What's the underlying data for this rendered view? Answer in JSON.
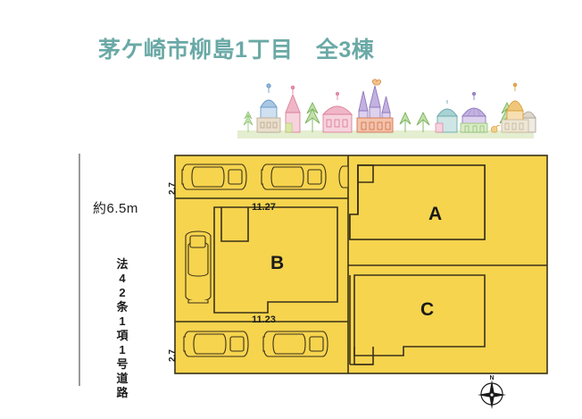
{
  "header": {
    "title": "茅ケ崎市柳島1丁目　全3棟",
    "title_color": "#6aa9a6"
  },
  "illustration": {
    "name": "townscape-illustration",
    "ground_color": "#e4eed0",
    "building_colors": [
      "#8fb4d9",
      "#e98ea8",
      "#8cc271",
      "#a48ccd",
      "#e8a45c",
      "#d9b48f",
      "#7fc1c4"
    ]
  },
  "site_plan": {
    "fill_color": "#f6d44e",
    "line_color": "#3a3118",
    "road": {
      "width_label": "約6.5m",
      "type_label_chars": [
        "法",
        "4",
        "2",
        "条",
        "1",
        "項",
        "1",
        "号",
        "道",
        "路"
      ],
      "boundary_color": "#9a9a9a"
    },
    "dimensions": {
      "top_parking_depth": "2.7",
      "bottom_parking_depth": "2.7",
      "upper_width": "11.27",
      "lower_width": "11.23"
    },
    "plots": [
      {
        "label": "A",
        "position": "upper-right"
      },
      {
        "label": "B",
        "position": "center-left"
      },
      {
        "label": "C",
        "position": "lower-right"
      }
    ],
    "parking": {
      "top_spaces": 2,
      "bottom_spaces": 2,
      "side_spaces": 1
    }
  },
  "compass": {
    "north_label": "N"
  }
}
